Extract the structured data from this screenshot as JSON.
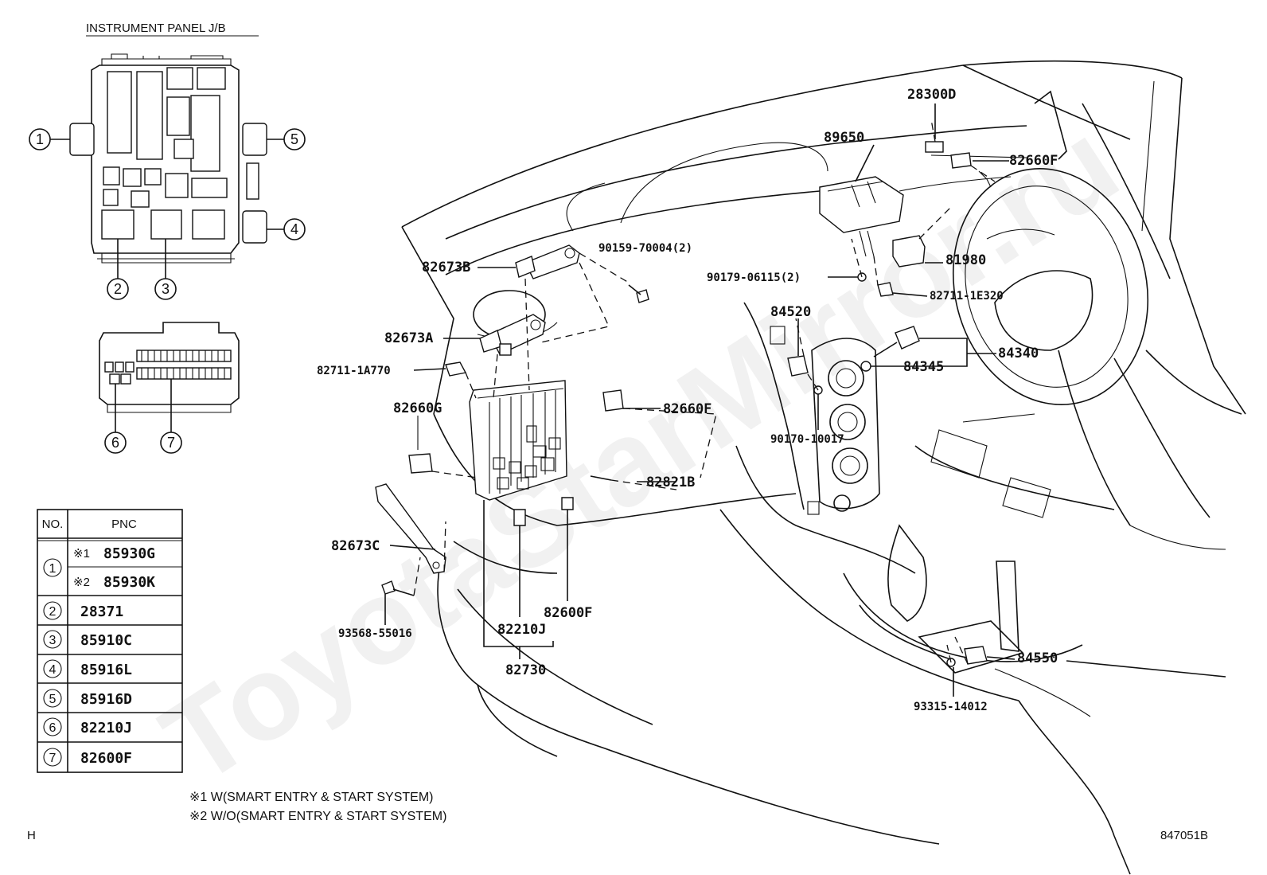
{
  "header_title": "INSTRUMENT PANEL J/B",
  "callouts": {
    "c1": "1",
    "c2": "2",
    "c3": "3",
    "c4": "4",
    "c5": "5",
    "c6": "6",
    "c7": "7"
  },
  "table": {
    "col_no": "NO.",
    "col_pnc": "PNC",
    "rows": [
      {
        "no": "1",
        "mark": "※1",
        "pnc": "85930G"
      },
      {
        "no": "",
        "mark": "※2",
        "pnc": "85930K"
      },
      {
        "no": "2",
        "mark": "",
        "pnc": "28371"
      },
      {
        "no": "3",
        "mark": "",
        "pnc": "85910C"
      },
      {
        "no": "4",
        "mark": "",
        "pnc": "85916L"
      },
      {
        "no": "5",
        "mark": "",
        "pnc": "85916D"
      },
      {
        "no": "6",
        "mark": "",
        "pnc": "82210J"
      },
      {
        "no": "7",
        "mark": "",
        "pnc": "82600F"
      }
    ]
  },
  "notes": [
    "※1 W(SMART ENTRY & START SYSTEM)",
    "※2 W/O(SMART ENTRY & START SYSTEM)"
  ],
  "parts": {
    "p28300D": "28300D",
    "p89650": "89650",
    "p82660F_top": "82660F",
    "p90159": "90159-70004(2)",
    "p82673B": "82673B",
    "p90179": "90179-06115(2)",
    "p81980": "81980",
    "p82711_1E320": "82711-1E320",
    "p84520": "84520",
    "p82673A": "82673A",
    "p84340": "84340",
    "p84345": "84345",
    "p82711_1A770": "82711-1A770",
    "p82660G": "82660G",
    "p82660F_mid": "82660F",
    "p90170": "90170-10017",
    "p82821B": "82821B",
    "p82673C": "82673C",
    "p82600F": "82600F",
    "p82210J": "82210J",
    "p93568": "93568-55016",
    "p82730": "82730",
    "p84550": "84550",
    "p93315": "93315-14012"
  },
  "corner_mark": "H",
  "illustration_number": "847051B",
  "watermark": "ToyotaStarMirror.ru"
}
